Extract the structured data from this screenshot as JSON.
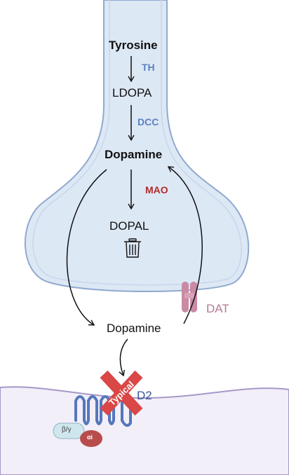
{
  "molecules": {
    "tyrosine": "Tyrosine",
    "ldopa": "LDOPA",
    "dopamine_pre": "Dopamine",
    "dopal": "DOPAL",
    "dopamine_cleft": "Dopamine"
  },
  "enzymes": {
    "th": "TH",
    "dcc": "DCC",
    "mao": "MAO"
  },
  "transporter": "DAT",
  "receptor": "D2",
  "antagonist_label": "Typical",
  "g_protein": {
    "beta_gamma": "β/γ",
    "alpha": "αi"
  },
  "icons": [
    "trash-icon",
    "cross-mark-icon"
  ],
  "colors": {
    "neuron_fill": "#dde8f5",
    "neuron_stroke": "#8fa9d0",
    "postsynaptic_fill": "#f2eff8",
    "postsynaptic_stroke": "#a798c8",
    "enzyme_blue": "#5b82c0",
    "enzyme_red": "#b32b2b",
    "transporter": "#c98aa3",
    "receptor": "#5577bb",
    "cross": "#d94747"
  }
}
